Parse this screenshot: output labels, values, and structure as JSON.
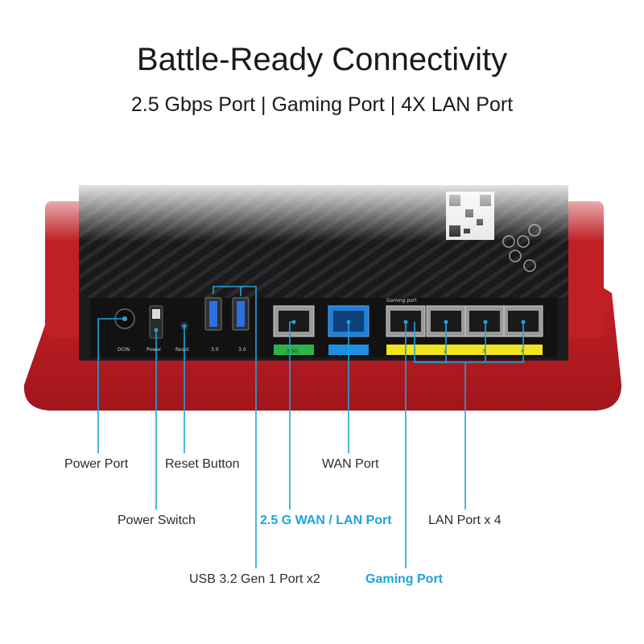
{
  "header": {
    "title": "Battle-Ready Connectivity",
    "subtitle": "2.5 Gbps Port | Gaming Port | 4X LAN Port"
  },
  "router_panel": {
    "labels": {
      "dcin": "DCIN",
      "power": "Power",
      "reset": "Reset",
      "usb_a": "3.0",
      "usb_b": "3.0",
      "port_25g": "2.5G",
      "gaming_port_tag": "Gaming port",
      "lan1": "1",
      "lan2": "2",
      "lan3": "3",
      "lan4": "4"
    },
    "colors": {
      "body": "#1c1c1e",
      "stand": "#c81f24",
      "port_25g_strip": "#2db34a",
      "wan_strip": "#1e8fe0",
      "lan_strip": "#f2e41e",
      "wan_port": "#1e7fd8",
      "callout_line": "#1fa3dc"
    }
  },
  "callouts": {
    "power_port": "Power Port",
    "reset_button": "Reset Button",
    "wan_port": "WAN Port",
    "power_switch": "Power Switch",
    "port_25g": "2.5 G WAN / LAN Port",
    "lan_ports": "LAN Port x 4",
    "usb_ports": "USB 3.2 Gen 1 Port x2",
    "gaming_port": "Gaming Port"
  }
}
